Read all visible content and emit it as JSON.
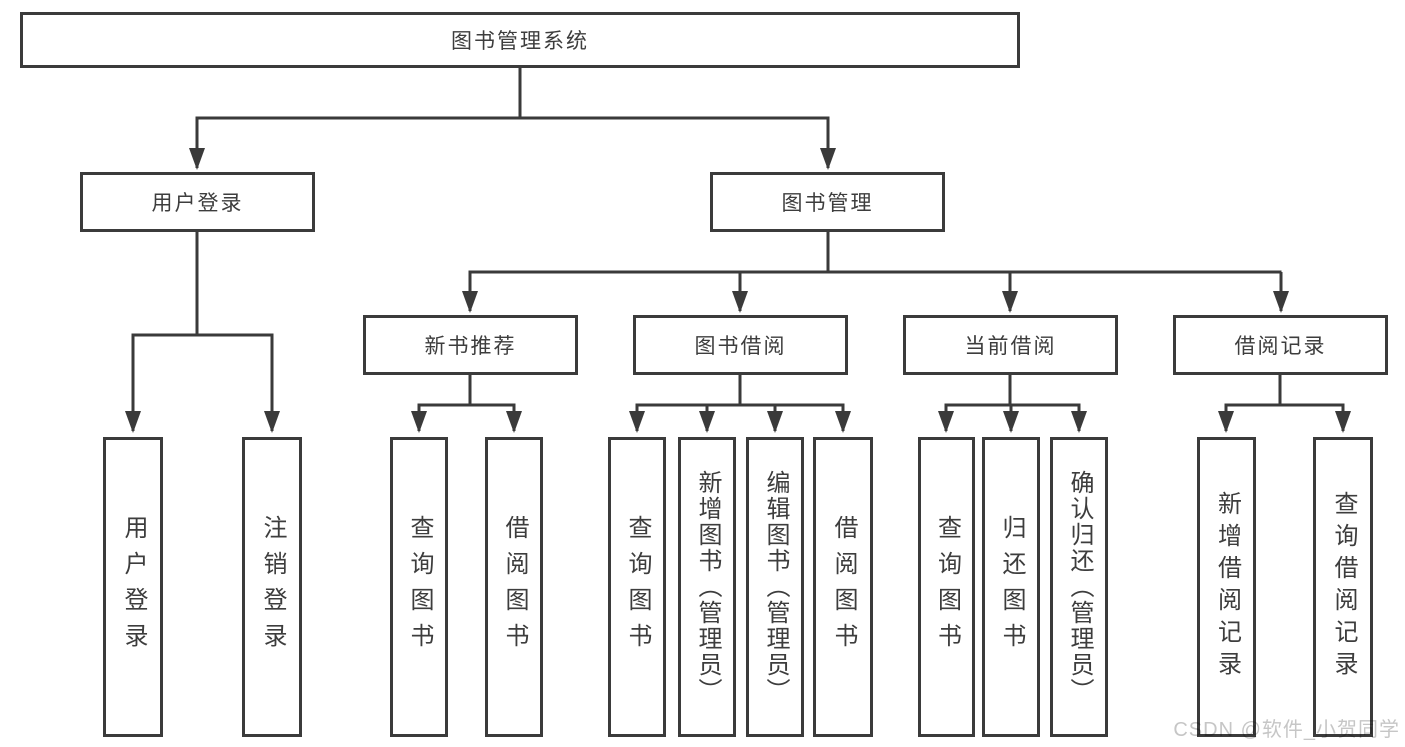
{
  "tree": {
    "label": "图书管理系统",
    "children": [
      {
        "label": "用户登录",
        "children": [
          {
            "label": "用户登录"
          },
          {
            "label": "注销登录"
          }
        ]
      },
      {
        "label": "图书管理",
        "children": [
          {
            "label": "新书推荐",
            "children": [
              {
                "label": "查询图书"
              },
              {
                "label": "借阅图书"
              }
            ]
          },
          {
            "label": "图书借阅",
            "children": [
              {
                "label": "查询图书"
              },
              {
                "label": "新增图书（管理员）"
              },
              {
                "label": "编辑图书（管理员）"
              },
              {
                "label": "借阅图书"
              }
            ]
          },
          {
            "label": "当前借阅",
            "children": [
              {
                "label": "查询图书"
              },
              {
                "label": "归还图书"
              },
              {
                "label": "确认归还（管理员）"
              }
            ]
          },
          {
            "label": "借阅记录",
            "children": [
              {
                "label": "新增借阅记录"
              },
              {
                "label": "查询借阅记录"
              }
            ]
          }
        ]
      }
    ]
  },
  "watermark": {
    "text": "CSDN @软件_小贺同学"
  },
  "colors": {
    "line": "#3a3a3a",
    "box_border": "#3b3b3b",
    "text": "#3d3d3d",
    "watermark": "#c6c6c6",
    "background": "#ffffff"
  }
}
